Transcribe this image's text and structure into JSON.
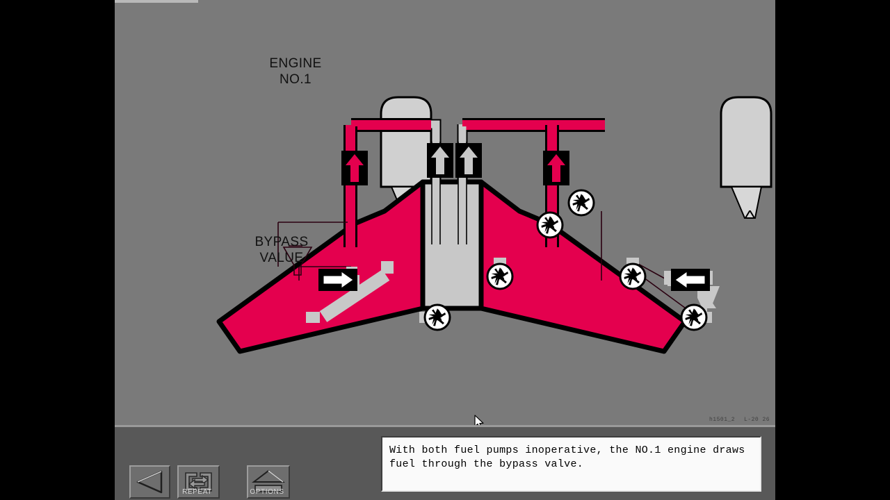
{
  "app": {
    "background_color": "#7a7a7a",
    "toolbar_color": "#585858",
    "fuel_color": "#e4004e",
    "empty_tank_color": "#c8c8c8",
    "outline_color": "#000000"
  },
  "diagram": {
    "engine_label": "ENGINE\nNO.1",
    "bypass_label": "BYPASS\nVALUE",
    "engines": [
      {
        "name": "engine-no-1",
        "side": "left",
        "feed_line_state": "fuel"
      },
      {
        "name": "engine-no-2",
        "side": "right",
        "feed_line_state": "fuel"
      }
    ],
    "tanks": [
      {
        "name": "left-wing-tank",
        "state": "full",
        "color": "#e4004e"
      },
      {
        "name": "center-fuselage-tank",
        "state": "empty",
        "color": "#c8c8c8"
      },
      {
        "name": "right-wing-tank",
        "state": "full",
        "color": "#e4004e"
      }
    ],
    "pumps": [
      {
        "name": "left-wing-pump-fwd",
        "state": "inoperative"
      },
      {
        "name": "left-wing-pump-aft",
        "state": "inoperative"
      },
      {
        "name": "center-tank-pump-left",
        "state": "inoperative"
      },
      {
        "name": "center-tank-pump-right",
        "state": "inoperative"
      },
      {
        "name": "right-wing-pump-fwd",
        "state": "inoperative"
      },
      {
        "name": "right-wing-pump-aft",
        "state": "inoperative"
      }
    ],
    "valves": [
      {
        "name": "left-engine-feed-valve",
        "direction": "up",
        "flow": "fuel",
        "arrow_color": "#e4004e"
      },
      {
        "name": "center-left-crossfeed-valve",
        "direction": "up",
        "flow": "none",
        "arrow_color": "#c8c8c8"
      },
      {
        "name": "center-right-crossfeed-valve",
        "direction": "up",
        "flow": "none",
        "arrow_color": "#c8c8c8"
      },
      {
        "name": "right-engine-feed-valve",
        "direction": "up",
        "flow": "fuel",
        "arrow_color": "#e4004e"
      },
      {
        "name": "left-bypass-valve",
        "direction": "right",
        "flow": "open",
        "arrow_color": "#000000"
      },
      {
        "name": "right-bypass-valve",
        "direction": "left",
        "flow": "open",
        "arrow_color": "#000000"
      }
    ]
  },
  "toolbar": {
    "back_button": {
      "label": "",
      "icon": "back-triangle-icon"
    },
    "repeat_button": {
      "label": "REPEAT",
      "icon": "repeat-loop-icon"
    },
    "options_button": {
      "label": "OPTIONS",
      "icon": "options-menu-icon"
    }
  },
  "caption": {
    "text": "With both fuel pumps inoperative, the NO.1 engine draws\nfuel through the bypass valve."
  },
  "footer_codes": {
    "left": "h1501_2",
    "right": "L-20 26"
  }
}
